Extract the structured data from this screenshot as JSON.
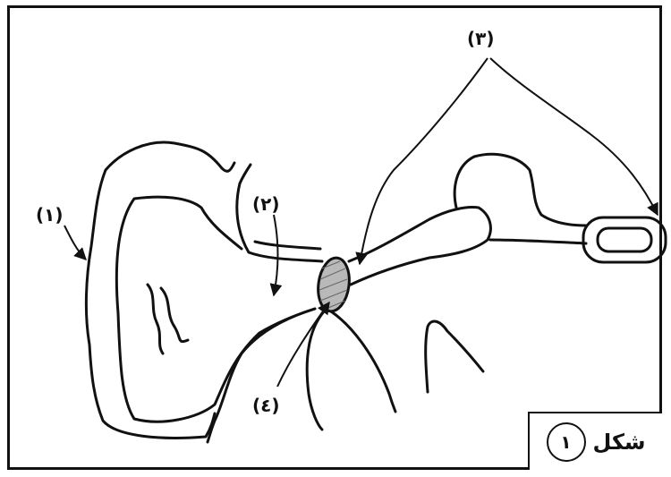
{
  "labels": {
    "l1": "(١)",
    "l2": "(٢)",
    "l3": "(٣)",
    "l4": "(٤)"
  },
  "caption": {
    "word": "شكل",
    "number": "١"
  }
}
